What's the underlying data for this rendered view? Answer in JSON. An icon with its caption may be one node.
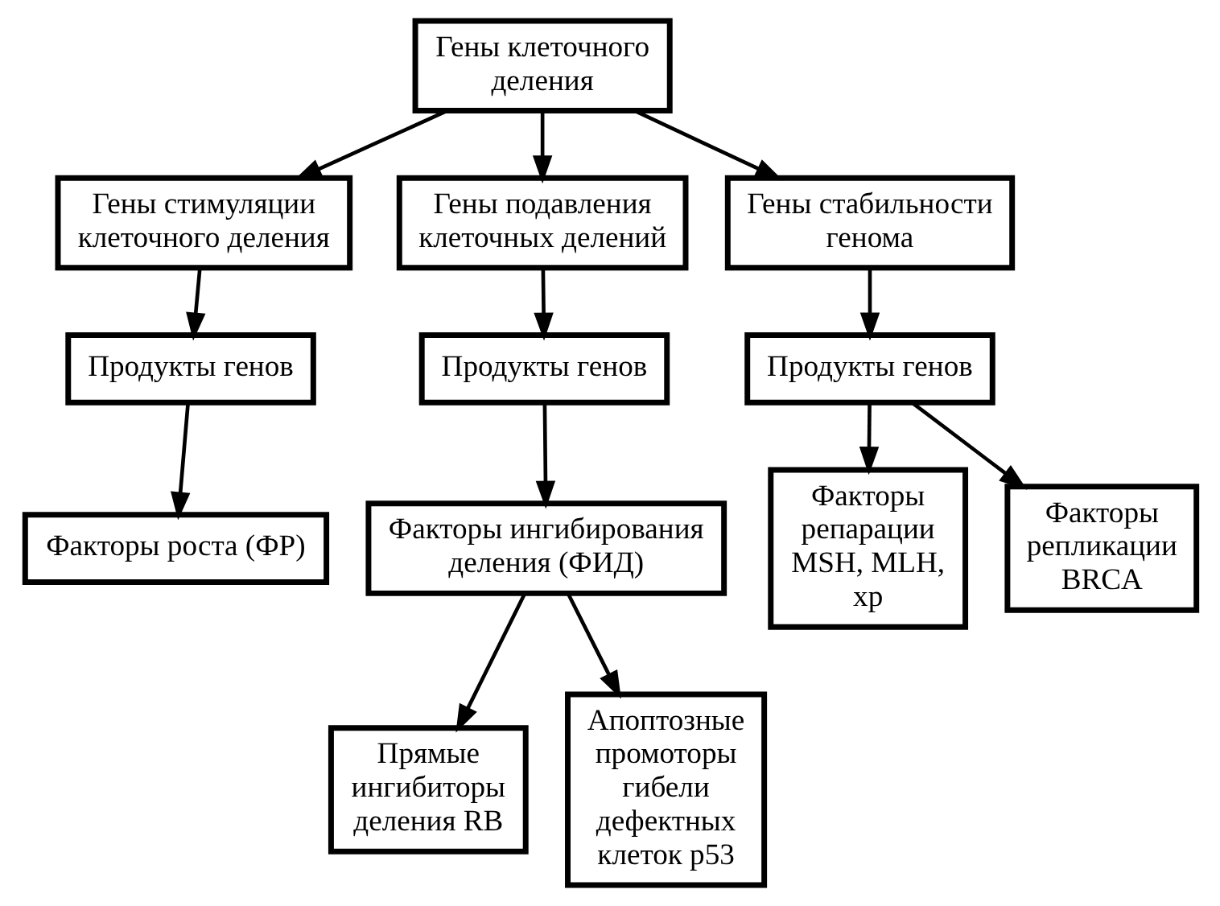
{
  "diagram": {
    "nodes": [
      {
        "text": [
          "Гены клеточного деления"
        ]
      },
      {
        "text": [
          "Гены стимуляции клеточного деления"
        ]
      },
      {
        "text": [
          "Гены подавления клеточных делений"
        ]
      },
      {
        "text": [
          "Гены стабильности генома"
        ]
      },
      {
        "text": [
          "Продукты генов"
        ]
      },
      {
        "text": [
          "Продукты генов"
        ]
      },
      {
        "text": [
          "Продукты генов"
        ]
      },
      {
        "text": [
          "Факторы роста (ФР)"
        ]
      },
      {
        "text": [
          "Факторы ингибирования деления (ФИД)"
        ]
      },
      {
        "text": [
          "Факторы репарации MSH, MLH, xp"
        ]
      },
      {
        "text": [
          "Факторы репликации BRCA"
        ]
      },
      {
        "text": [
          "Прямые ингибиторы деления RB"
        ]
      },
      {
        "text": [
          "Апоптозные промоторы гибели дефектных клеток p53"
        ]
      }
    ],
    "edges": [
      {
        "from": 0,
        "to": 1,
        "arrow": "to"
      },
      {
        "from": 0,
        "to": 2,
        "arrow": "to"
      },
      {
        "from": 0,
        "to": 3,
        "arrow": "to"
      },
      {
        "from": 1,
        "to": 4,
        "arrow": "to"
      },
      {
        "from": 2,
        "to": 5,
        "arrow": "to"
      },
      {
        "from": 3,
        "to": 6,
        "arrow": "to"
      },
      {
        "from": 4,
        "to": 7,
        "arrow": "to"
      },
      {
        "from": 5,
        "to": 8,
        "arrow": "to"
      },
      {
        "from": 6,
        "to": 9,
        "arrow": "to"
      },
      {
        "from": 6,
        "to": 10,
        "arrow": "to"
      },
      {
        "from": 8,
        "to": 11,
        "arrow": "to"
      },
      {
        "from": 8,
        "to": 12,
        "arrow": "to"
      }
    ]
  }
}
